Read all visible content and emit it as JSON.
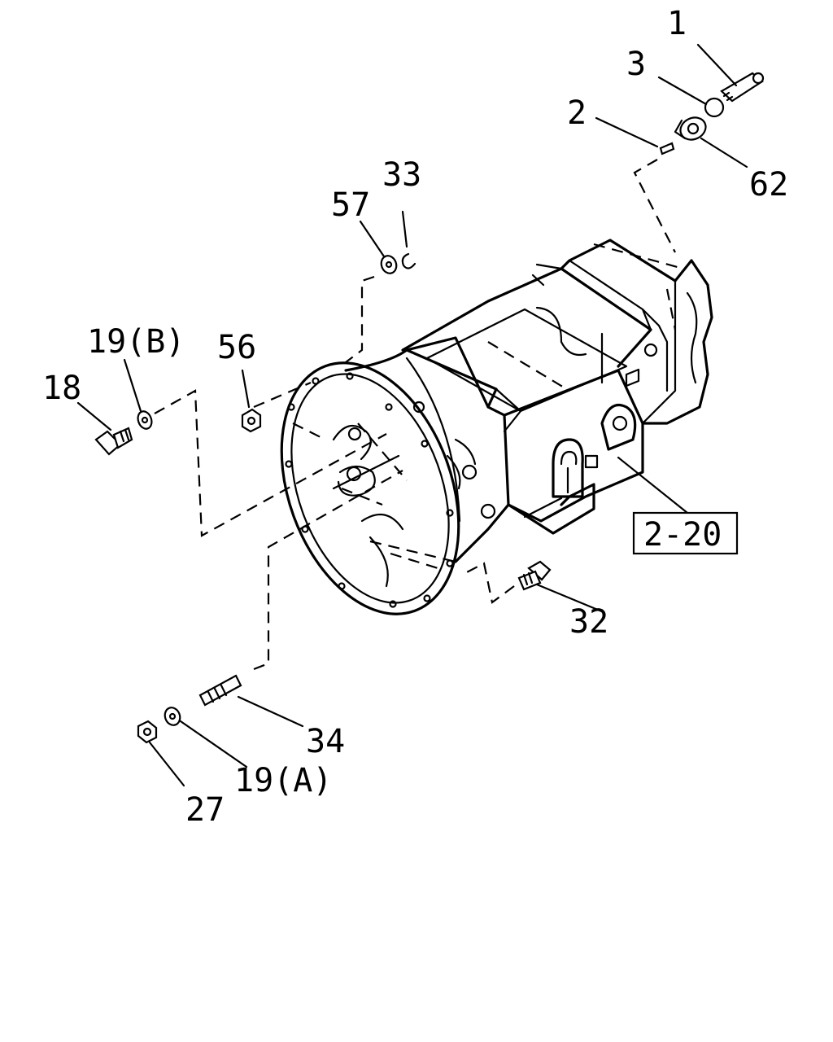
{
  "callouts": {
    "c1": "1",
    "c2": "2",
    "c3": "3",
    "c18": "18",
    "c19b": "19(B)",
    "c19a": "19(A)",
    "c27": "27",
    "c32": "32",
    "c33": "33",
    "c34": "34",
    "c56": "56",
    "c57": "57",
    "c62": "62"
  },
  "reference": {
    "label": "2-20"
  }
}
